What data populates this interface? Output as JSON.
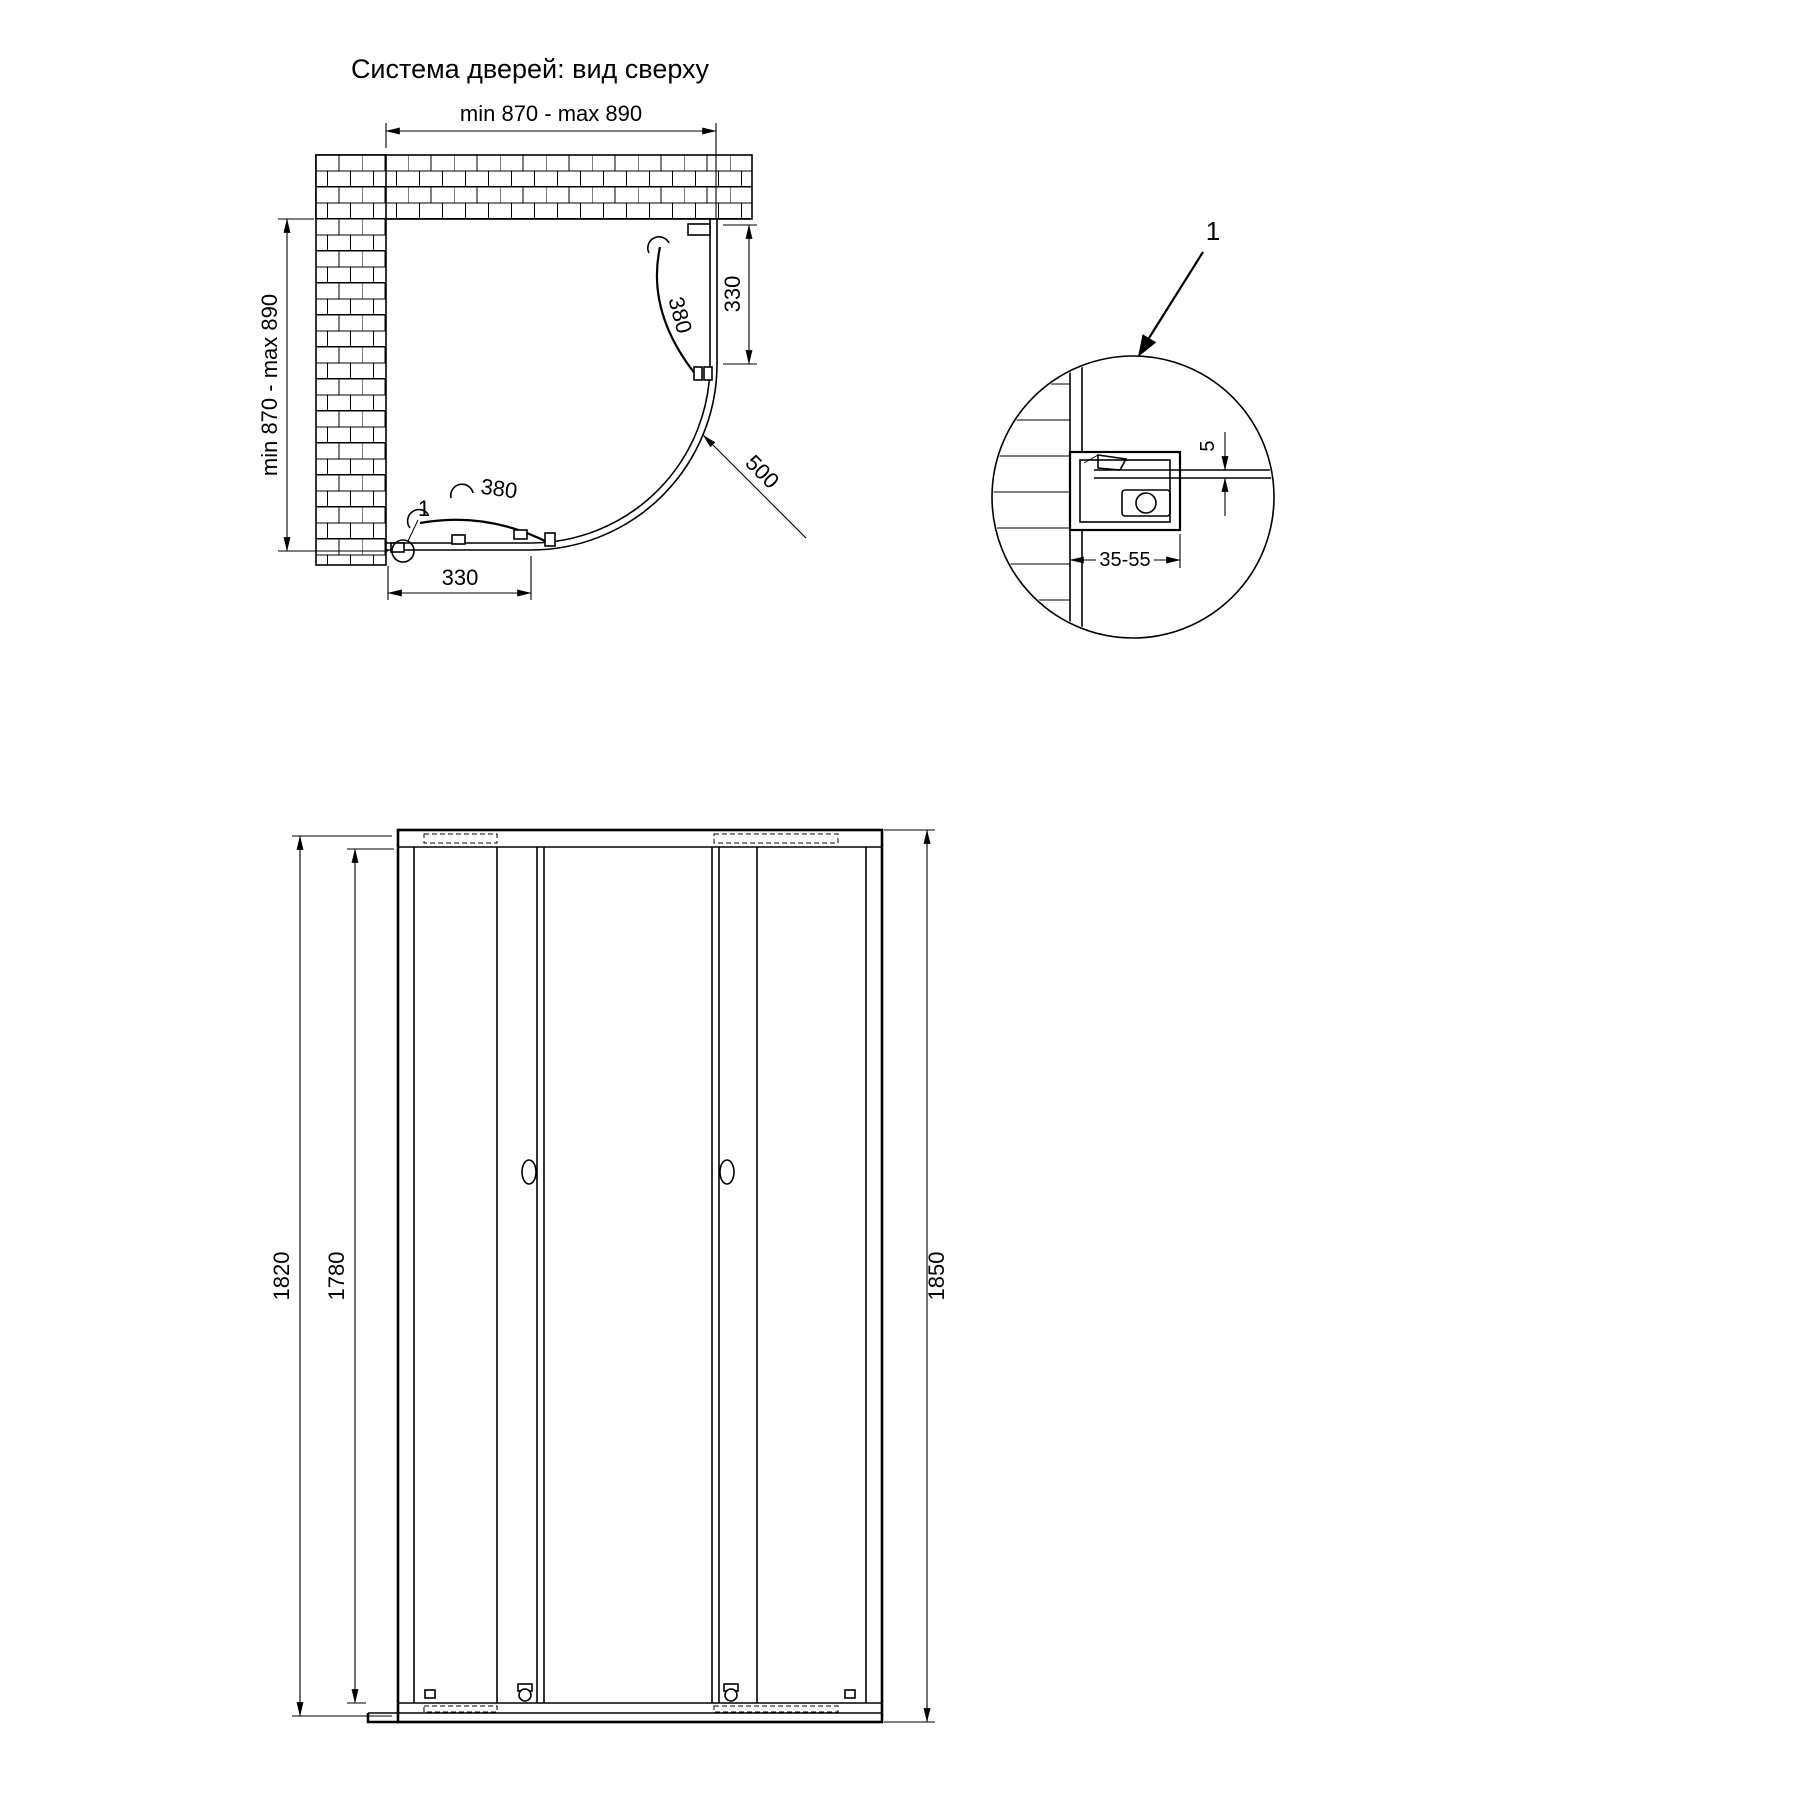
{
  "title": "Система дверей: вид сверху",
  "top_view": {
    "dim_width_top": "min 870 - max 890",
    "dim_depth_left": "min 870 - max 890",
    "dim_side_right": "330",
    "dim_side_bottom": "330",
    "dim_door_upper": "380",
    "dim_door_lower": "380",
    "dim_radius": "500",
    "callout_label": "1"
  },
  "detail": {
    "callout_label": "1",
    "dim_profile_depth": "35-55",
    "dim_glass_thickness": "5"
  },
  "front_view": {
    "dim_height_frame": "1820",
    "dim_height_glass": "1780",
    "dim_height_total": "1850"
  },
  "colors": {
    "line": "#000000",
    "background": "#ffffff"
  }
}
